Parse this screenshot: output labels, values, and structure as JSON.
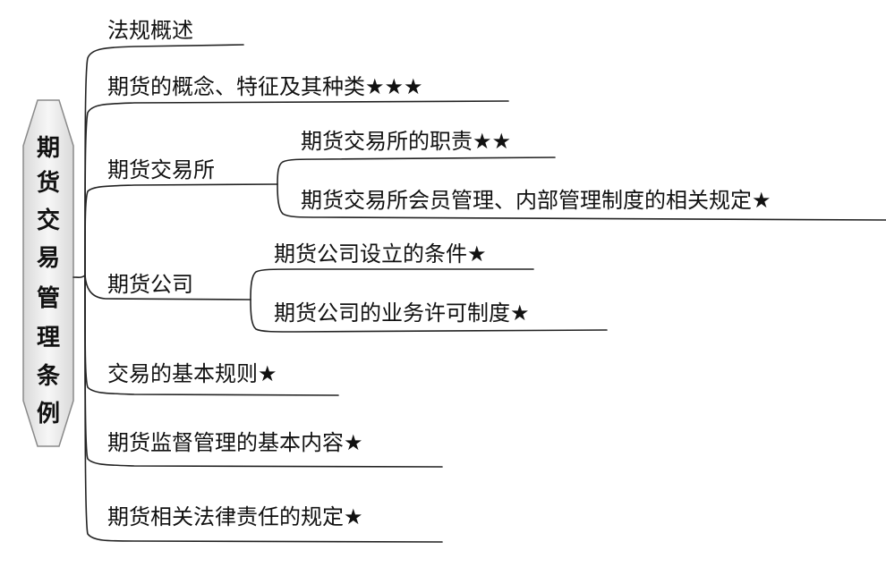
{
  "root": {
    "title": "期货交易管理条例",
    "chars": [
      "期",
      "货",
      "交",
      "易",
      "管",
      "理",
      "条",
      "例"
    ]
  },
  "branches": [
    {
      "label": "法规概述"
    },
    {
      "label": "期货的概念、特征及其种类★★★"
    },
    {
      "label": "期货交易所",
      "children": [
        {
          "label": "期货交易所的职责★★"
        },
        {
          "label": "期货交易所会员管理、内部管理制度的相关规定★"
        }
      ]
    },
    {
      "label": "期货公司",
      "children": [
        {
          "label": "期货公司设立的条件★"
        },
        {
          "label": "期货公司的业务许可制度★"
        }
      ]
    },
    {
      "label": "交易的基本规则★"
    },
    {
      "label": "期货监督管理的基本内容★"
    },
    {
      "label": "期货相关法律责任的规定★"
    }
  ]
}
